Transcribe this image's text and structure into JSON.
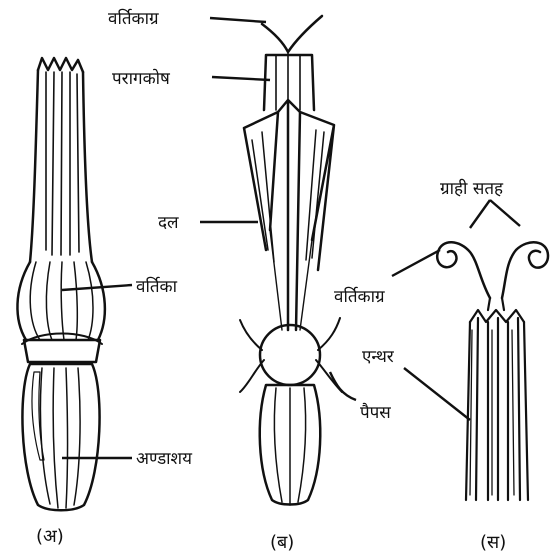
{
  "labels": {
    "vartikagra_top": "वर्तिकाग्र",
    "paragkosh": "परागकोष",
    "dal": "दल",
    "vartika": "वर्तिका",
    "andashay": "अण्डाशय",
    "pappus": "पैपस",
    "grahi_satah": "ग्राही सतह",
    "vartikagra_right": "वर्तिकाग्र",
    "anther": "एन्थर"
  },
  "captions": {
    "a": "(अ)",
    "b": "(ब)",
    "c": "(स)"
  }
}
